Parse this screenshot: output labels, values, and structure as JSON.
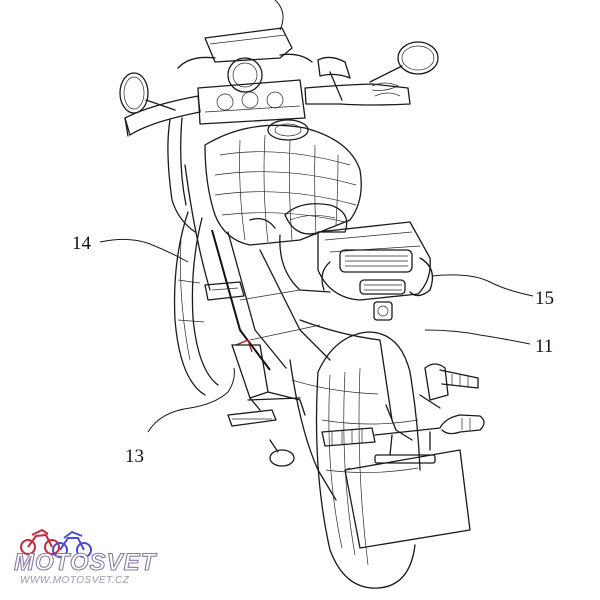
{
  "callouts": {
    "label_11": "11",
    "label_13": "13",
    "label_14": "14",
    "label_15": "15"
  },
  "watermark": {
    "brand": "MOTOSVET",
    "url": "WWW.MOTOSVET.CZ",
    "colors": {
      "bike_red": "#c8283c",
      "bike_blue": "#4a4ad8",
      "text_outline": "#8a7aa8"
    }
  },
  "line_color": "#1a1a1a",
  "accent_color": "#b01818"
}
